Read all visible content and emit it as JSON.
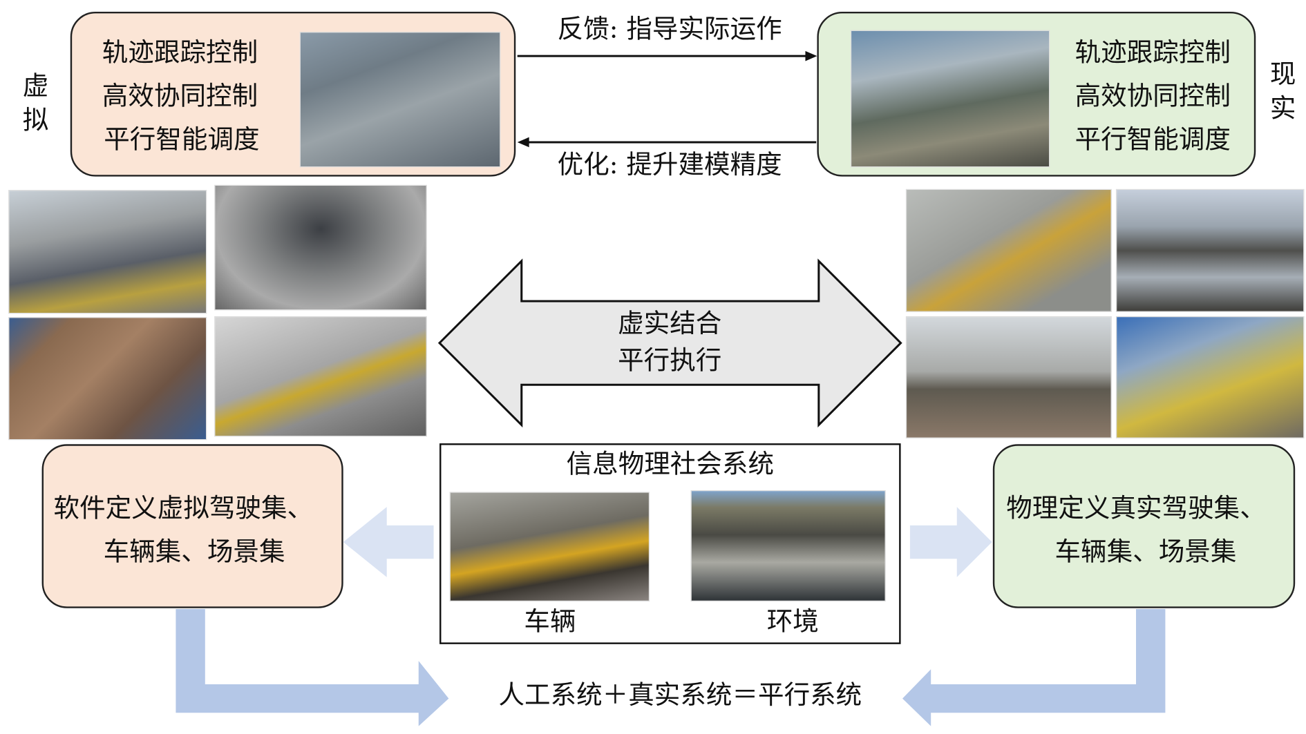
{
  "virtual_label": [
    "虚",
    "拟"
  ],
  "real_label": [
    "现",
    "实"
  ],
  "virtual_box": {
    "lines": [
      "轨迹跟踪控制",
      "高效协同控制",
      "平行智能调度"
    ]
  },
  "real_box": {
    "lines": [
      "轨迹跟踪控制",
      "高效协同控制",
      "平行智能调度"
    ]
  },
  "feedback_label": "反馈: 指导实际运作",
  "optimize_label": "优化: 提升建模精度",
  "double_arrow": {
    "lines": [
      "虚实结合",
      "平行执行"
    ]
  },
  "cps_box": {
    "title": "信息物理社会系统",
    "vehicle_label": "车辆",
    "environment_label": "环境"
  },
  "software_box": {
    "lines": [
      "软件定义虚拟驾驶集、",
      "车辆集、场景集"
    ]
  },
  "physical_box": {
    "lines": [
      "物理定义真实驾驶集、",
      "车辆集、场景集"
    ]
  },
  "equation": "人工系统＋真实系统＝平行系统",
  "colors": {
    "peach": "#fbe5d6",
    "green": "#e2f0d9",
    "light_arrow": "#dae3f3",
    "blue_arrow": "#b4c7e7",
    "gray_arrow": "#e8e8e8"
  }
}
